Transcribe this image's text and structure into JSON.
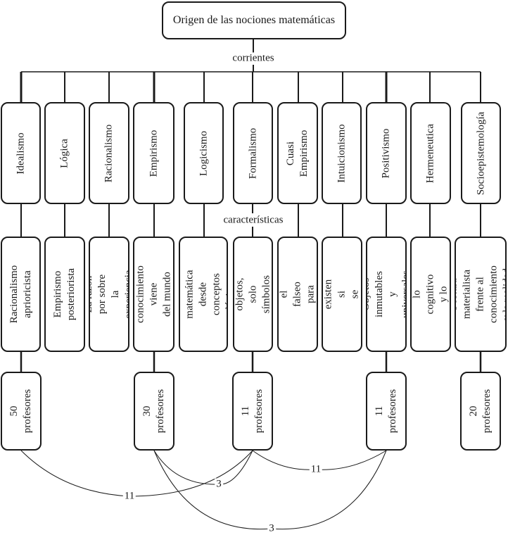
{
  "root": {
    "label": "Origen de las nociones matemáticas"
  },
  "level1_connector_label": "corrientes",
  "level2_connector_label": "características",
  "currents": [
    {
      "name": "Idealismo",
      "characteristic": "Racionalismo\naprioricista",
      "teachers": "50 profesores"
    },
    {
      "name": "Lógica",
      "characteristic": "Empirismo\nposteriorista",
      "teachers": null
    },
    {
      "name": "Racionalismo",
      "characteristic": "La razón por sobre\nla experiencia",
      "teachers": null
    },
    {
      "name": "Empirismo",
      "characteristic": "El conocimiento viene\ndel mundo físico",
      "teachers": "30 profesores"
    },
    {
      "name": "Logicismo",
      "characteristic": "Define la matemática\ndesde conceptos\nlógicos",
      "teachers": null
    },
    {
      "name": "Formalismo",
      "characteristic": "No hay objetos, solo\nsímbolos ostensibles",
      "teachers": "11 profesores"
    },
    {
      "name": "Cuasi\nEmpirismo",
      "characteristic": "Ocupa el falseo\npara conocer",
      "teachers": null
    },
    {
      "name": "Intuicionismo",
      "characteristic": "Los objetos existen si\nse pueden construir",
      "teachers": null
    },
    {
      "name": "Positivismo",
      "characteristic": "Objetos inmutables\ny universales",
      "teachers": "11 profesores"
    },
    {
      "name": "Hermeneutica",
      "characteristic": "Considera lo cognitivo\ny lo semiótico",
      "teachers": null
    },
    {
      "name": "Socioepistemología",
      "characteristic": "Postura materialista\nfrente al conocimiento\ny la realidad",
      "teachers": "20 profesores"
    }
  ],
  "links": [
    {
      "from": 0,
      "to": 5,
      "value": "11"
    },
    {
      "from": 3,
      "to": 5,
      "value": "3"
    },
    {
      "from": 3,
      "to": 8,
      "value": "3"
    },
    {
      "from": 5,
      "to": 8,
      "value": "11"
    }
  ]
}
